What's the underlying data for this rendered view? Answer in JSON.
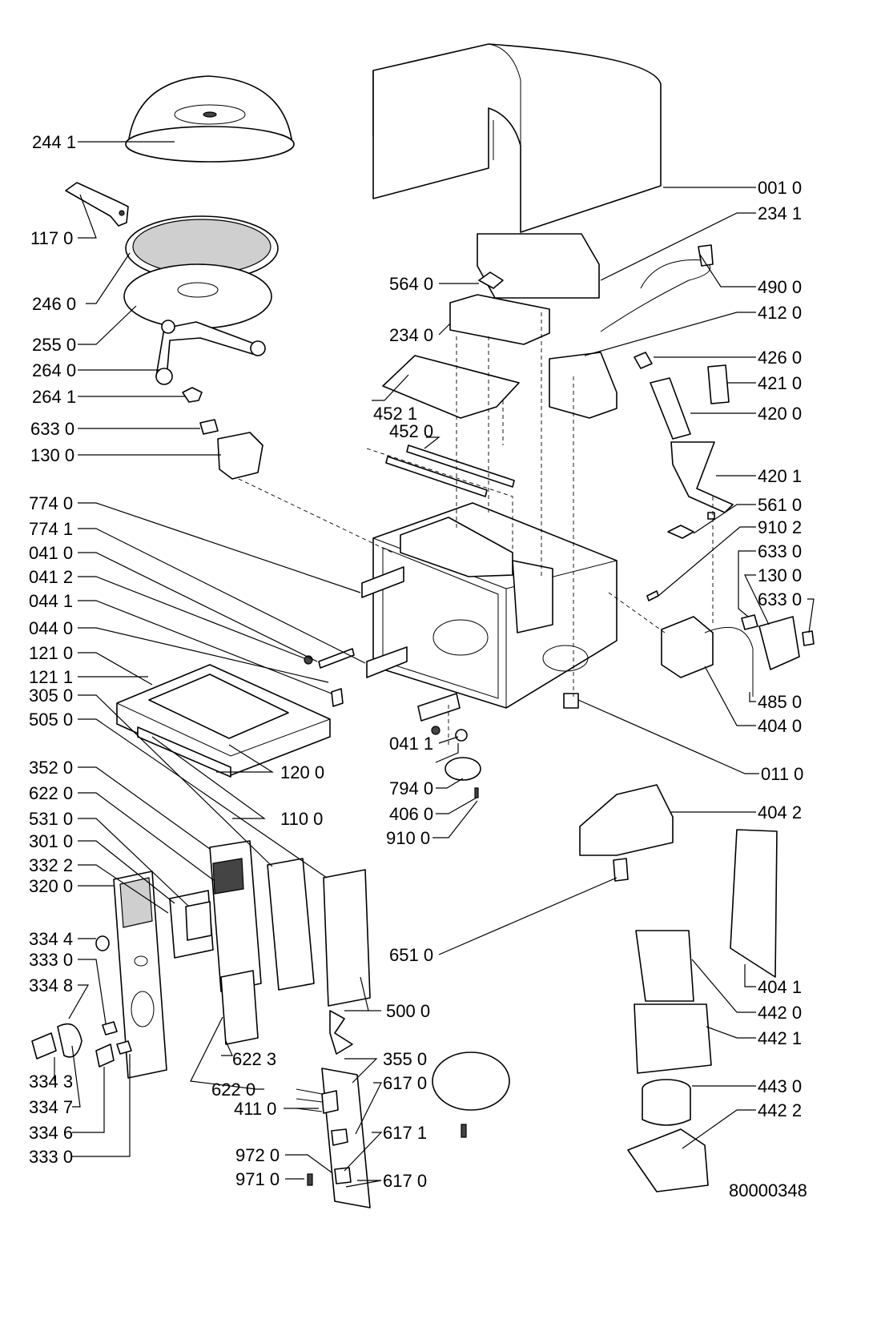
{
  "drawing_number": "80000348",
  "labels": [
    "244 1",
    "117 0",
    "246 0",
    "255 0",
    "264 0",
    "264 1",
    "633 0",
    "130 0",
    "774 0",
    "774 1",
    "041 0",
    "041 2",
    "044 1",
    "044 0",
    "121 0",
    "121 1",
    "305 0",
    "505 0",
    "352 0",
    "622  0",
    "531 0",
    "301 0",
    "332 2",
    "320 0",
    "334 4",
    "333 0",
    "334 8",
    "334 3",
    "334 7",
    "334 6",
    "333 0",
    "622 3",
    "622 0",
    "120 0",
    "110 0",
    "041 1",
    "794 0",
    "406 0",
    "910 0",
    "564 0",
    "234 0",
    "452 1",
    "452 0",
    "500 0",
    "355 0",
    "411 0",
    "617 0",
    "617 1",
    "972 0",
    "971 0",
    "617 0",
    "651 0",
    "001 0",
    "234 1",
    "490 0",
    "412 0",
    "426 0",
    "421 0",
    "420 0",
    "420 1",
    "561 0",
    "910 2",
    "633 0",
    "130 0",
    "633 0",
    "485 0",
    "404 0",
    "011 0",
    "404 2",
    "404 1",
    "442 0",
    "442 1",
    "443 0",
    "442 2"
  ]
}
